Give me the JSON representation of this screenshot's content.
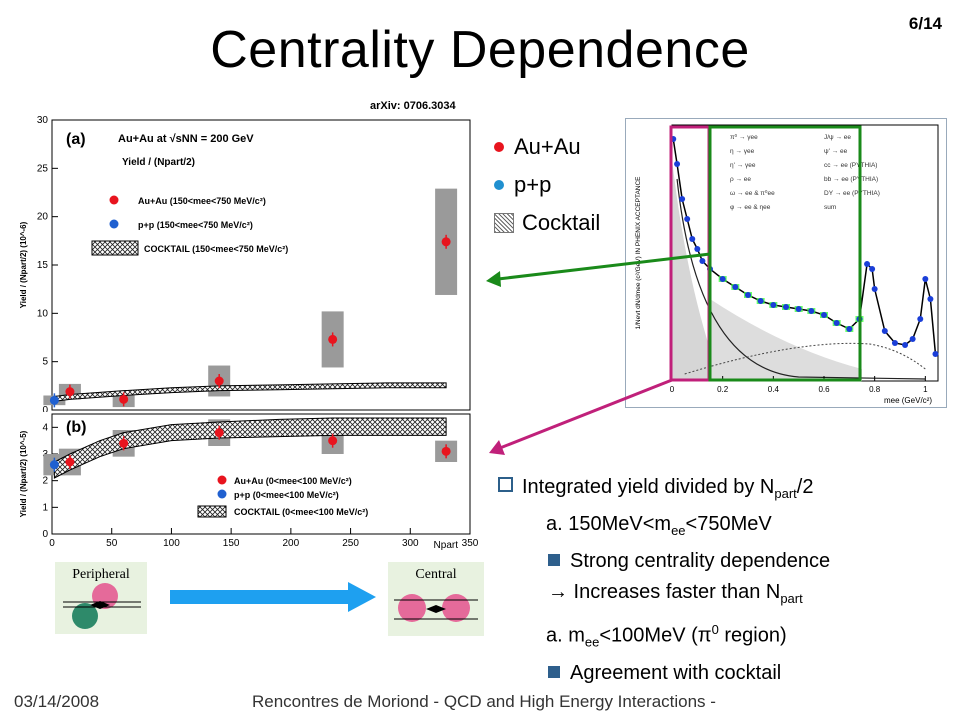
{
  "page": {
    "title": "Centrality Dependence",
    "page_number": "6/14",
    "arxiv": "arXiv: 0706.3034"
  },
  "legend": {
    "items": [
      {
        "label": "Au+Au",
        "color": "#e8141e"
      },
      {
        "label": "p+p",
        "color": "#2090d0"
      },
      {
        "label": "Cocktail"
      }
    ]
  },
  "bullets": {
    "main": "Integrated yield divided by N",
    "main_sub": "part",
    "main_tail": "/2",
    "a1_pre": "a.  150MeV<m",
    "a1_sub": "ee",
    "a1_post": "<750MeV",
    "s1": "Strong centrality dependence",
    "arrow_pre": "→ Increases faster than N",
    "arrow_sub": "part",
    "a2_pre": "a.  m",
    "a2_sub": "ee",
    "a2_post": "<100MeV (π",
    "a2_sup": "0",
    "a2_tail": " region)",
    "s2": "Agreement with cocktail"
  },
  "footer": {
    "date": "03/14/2008",
    "conference": "Rencontres de Moriond - QCD and High Energy Interactions -"
  },
  "cartoon": {
    "left_label": "Peripheral",
    "right_label": "Central"
  },
  "colors": {
    "green_box": "#1a8a1a",
    "magenta_box": "#c0207a",
    "arrow_blue": "#1ea0f0"
  },
  "chart_data": [
    {
      "type": "scatter",
      "title": "(a)",
      "annotation": "Au+Au at √sNN = 200 GeV",
      "subtitle": "Yield / (Npart/2)",
      "ylabel": "Yield / (Npart/2) (10^-6)",
      "ylim": [
        0,
        30
      ],
      "xlim": [
        0,
        350
      ],
      "y_ticks": [
        0,
        5,
        10,
        15,
        20,
        25,
        30
      ],
      "legend": [
        "Au+Au (150<mee<750 MeV/c²)",
        "p+p (150<mee<750 MeV/c²)",
        "COCKTAIL (150<mee<750 MeV/c²)"
      ],
      "series": [
        {
          "name": "Au+Au (150<mee<750 MeV/c²)",
          "x": [
            15,
            60,
            140,
            235,
            330
          ],
          "y": [
            1.9,
            1.1,
            3.0,
            7.3,
            17.4
          ],
          "sys": [
            0.8,
            0.8,
            1.6,
            2.9,
            5.5
          ]
        },
        {
          "name": "p+p (150<mee<750 MeV/c²)",
          "x": [
            2
          ],
          "y": [
            1.0
          ],
          "sys": [
            0.5
          ]
        }
      ],
      "cocktail_band": {
        "x": [
          2,
          15,
          60,
          100,
          140,
          190,
          235,
          280,
          330
        ],
        "low": [
          0.9,
          1.1,
          1.5,
          1.8,
          2.0,
          2.1,
          2.2,
          2.3,
          2.3
        ],
        "high": [
          1.4,
          1.6,
          2.0,
          2.3,
          2.5,
          2.6,
          2.7,
          2.8,
          2.8
        ]
      }
    },
    {
      "type": "scatter",
      "title": "(b)",
      "xlabel": "Npart",
      "ylabel": "Yield / (Npart/2) (10^-5)",
      "ylim": [
        0,
        4.5
      ],
      "xlim": [
        0,
        350
      ],
      "x_ticks": [
        0,
        50,
        100,
        150,
        200,
        250,
        300,
        350
      ],
      "y_ticks": [
        0,
        1,
        2,
        3,
        4
      ],
      "legend": [
        "Au+Au (0<mee<100 MeV/c²)",
        "p+p (0<mee<100 MeV/c²)",
        "COCKTAIL (0<mee<100 MeV/c²)"
      ],
      "series": [
        {
          "name": "Au+Au (0<mee<100 MeV/c²)",
          "x": [
            15,
            60,
            140,
            235,
            330
          ],
          "y": [
            2.7,
            3.4,
            3.8,
            3.5,
            3.1
          ],
          "sys": [
            0.5,
            0.5,
            0.5,
            0.5,
            0.4
          ]
        },
        {
          "name": "p+p (0<mee<100 MeV/c²)",
          "x": [
            2
          ],
          "y": [
            2.6
          ],
          "sys": [
            0.4
          ]
        }
      ],
      "cocktail_band": {
        "x": [
          2,
          15,
          40,
          60,
          100,
          140,
          190,
          235,
          280,
          330
        ],
        "low": [
          2.1,
          2.4,
          2.9,
          3.2,
          3.5,
          3.6,
          3.65,
          3.7,
          3.7,
          3.7
        ],
        "high": [
          2.7,
          3.0,
          3.5,
          3.8,
          4.1,
          4.2,
          4.3,
          4.35,
          4.35,
          4.35
        ]
      }
    },
    {
      "type": "line",
      "ylabel": "1/Nevt dN/dmee (c²/GeV) IN PHENIX ACCEPTANCE",
      "xlabel": "mee (GeV/c²)",
      "xlim": [
        0,
        1.05
      ],
      "x_ticks": [
        0,
        0.2,
        0.4,
        0.6,
        0.8,
        1
      ],
      "legend_entries": [
        "π⁰ → γee",
        "η → γee",
        "η' → γee",
        "ρ → ee",
        "ω → ee & π⁰ee",
        "φ → ee & ηee",
        "J/ψ → ee",
        "ψ' → ee",
        "cc → ee (PYTHIA)",
        "bb → ee (PYTHIA)",
        "DY → ee (PYTHIA)",
        "sum"
      ]
    }
  ]
}
